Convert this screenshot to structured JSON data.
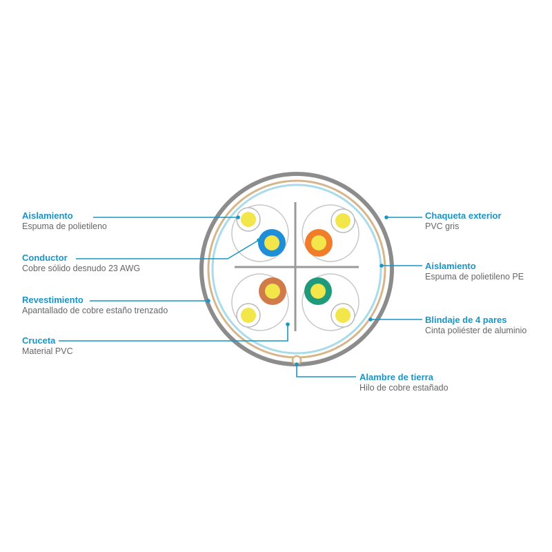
{
  "colors": {
    "accent": "#1795c6",
    "outer_jacket": "#8c8c8c",
    "braid": "#d7b58a",
    "foil": "#a9dbea",
    "insulation_stroke": "#b8b8b8",
    "conductor": "#f2e64b",
    "pair_blue": "#1e8ed8",
    "pair_orange": "#f07d2a",
    "pair_brown": "#d27b4a",
    "pair_green": "#1f9a7a",
    "cross": "#9a9a9a"
  },
  "labels": {
    "aislamiento_left": {
      "title": "Aislamiento",
      "subtitle": "Espuma de polietileno"
    },
    "conductor": {
      "title": "Conductor",
      "subtitle": "Cobre sólido desnudo 23 AWG"
    },
    "revestimiento": {
      "title": "Revestimiento",
      "subtitle": "Apantallado de cobre estaño trenzado"
    },
    "cruceta": {
      "title": "Cruceta",
      "subtitle": "Material PVC"
    },
    "chaqueta": {
      "title": "Chaqueta exterior",
      "subtitle": "PVC gris"
    },
    "aislamiento_right": {
      "title": "Aislamiento",
      "subtitle": "Espuma de polietileno PE"
    },
    "blindaje": {
      "title": "Blindaje de 4 pares",
      "subtitle": "Cinta poliéster de aluminio"
    },
    "alambre": {
      "title": "Alambre de tierra",
      "subtitle": "Hilo de cobre estañado"
    }
  }
}
